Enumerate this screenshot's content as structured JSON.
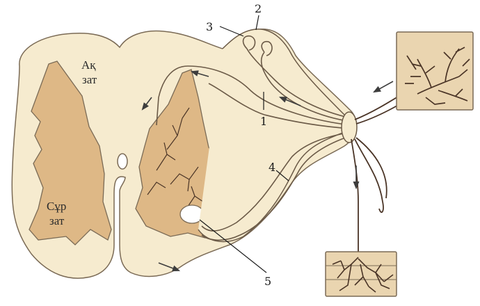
{
  "labels": {
    "white_matter_line1": "Ақ",
    "white_matter_line2": "зат",
    "grey_matter_line1": "Сұр",
    "grey_matter_line2": "зат",
    "n1": "1",
    "n2": "2",
    "n3": "3",
    "n4": "4",
    "n5": "5"
  },
  "colors": {
    "white_matter": "#f6ebcf",
    "grey_matter": "#deb886",
    "outline": "#7a6a55",
    "nerve": "#6b5a47",
    "neuron": "#4a3426",
    "tissue_box": "#ead5b0",
    "arrow": "#3d3d3d"
  }
}
